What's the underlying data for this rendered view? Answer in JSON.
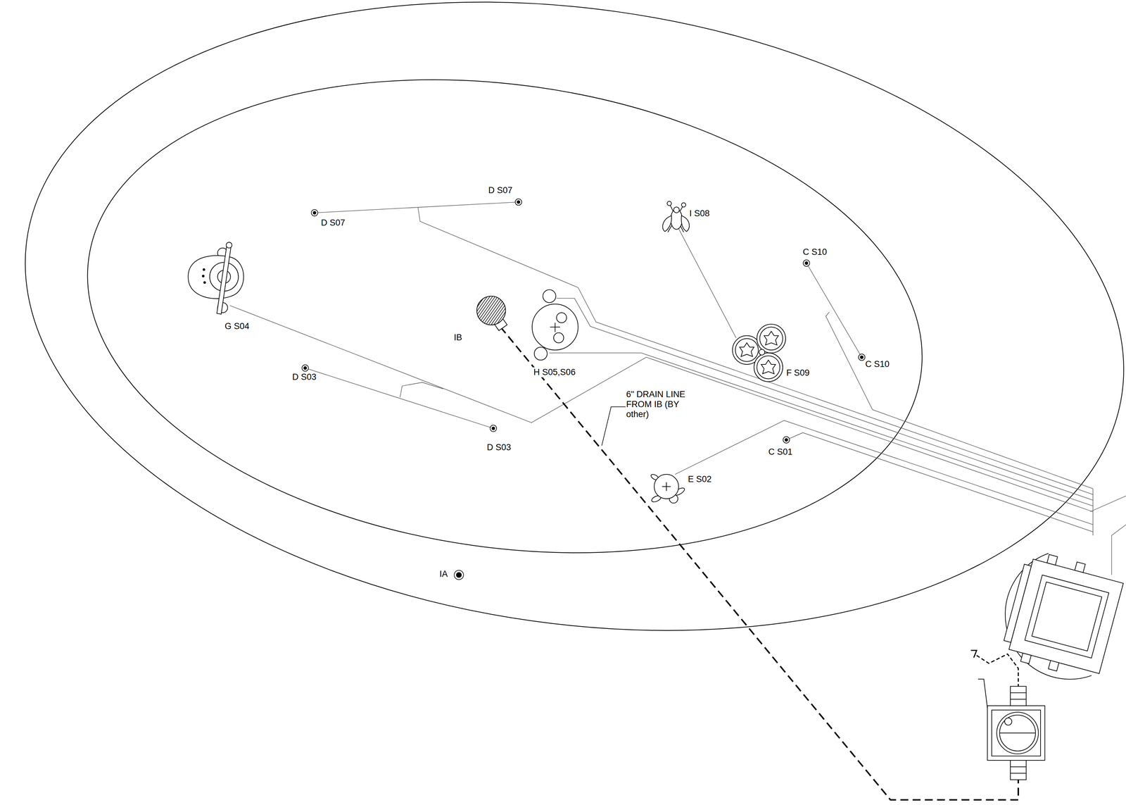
{
  "diagram": {
    "labels": [
      "D S07",
      "D S07",
      "I S08",
      "C S10",
      "G S04",
      "IB",
      "C S10",
      "D S03",
      "H S05,S06",
      "F S09",
      "6\" DRAIN LINE FROM IB (BY other)",
      "D S03",
      "C S01",
      "E S02",
      "IA"
    ]
  }
}
